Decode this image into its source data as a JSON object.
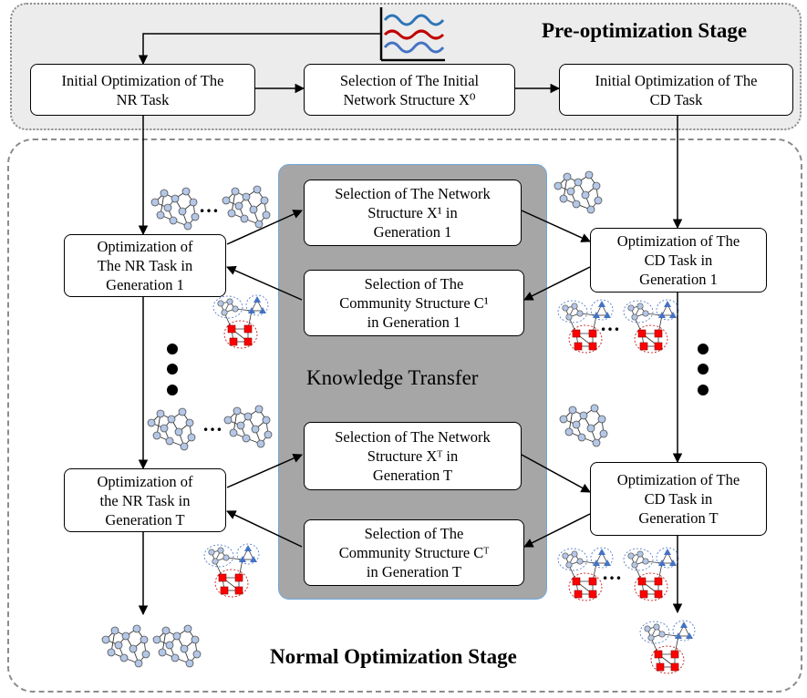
{
  "stages": {
    "pre": "Pre-optimization Stage",
    "normal": "Normal Optimization Stage"
  },
  "center_label": "Knowledge Transfer",
  "nodes": {
    "init_nr": [
      "Initial Optimization of The",
      "NR Task"
    ],
    "select_init": [
      "Selection of The Initial",
      "Network Structure X⁰"
    ],
    "init_cd": [
      "Initial Optimization of The",
      "CD Task"
    ],
    "opt_nr_1": [
      "Optimization of",
      "The NR Task in",
      "Generation 1"
    ],
    "sel_net_1": [
      "Selection of The Network",
      "Structure X¹ in",
      "Generation 1"
    ],
    "sel_com_1": [
      "Selection of The",
      "Community Structure C¹",
      "in Generation 1"
    ],
    "opt_cd_1": [
      "Optimization of The",
      "CD Task in",
      "Generation 1"
    ],
    "opt_nr_t": [
      "Optimization of",
      "the NR Task in",
      "Generation T"
    ],
    "sel_net_t": [
      "Selection of The Network",
      "Structure Xᵀ in",
      "Generation T"
    ],
    "sel_com_t": [
      "Selection of The",
      "Community Structure Cᵀ",
      "in Generation T"
    ],
    "opt_cd_t": [
      "Optimization of The",
      "CD Task in",
      "Generation T"
    ]
  },
  "colors": {
    "pre_bg": "#ececec",
    "center_panel": "#a6a6a6",
    "center_border": "#6fa8dc",
    "graph_node": "#b4c7e7",
    "community_red": "#ff0000",
    "community_blue": "#4472c4",
    "wave_1": "#2e75b6",
    "wave_2": "#c00000",
    "wave_3": "#4472c4"
  }
}
